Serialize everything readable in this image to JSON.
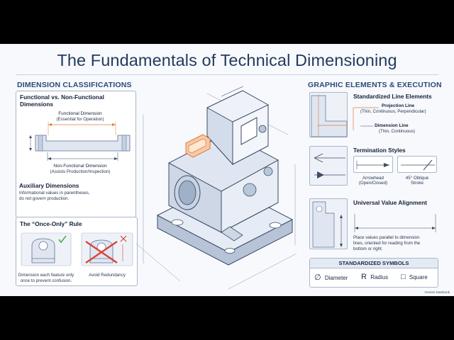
{
  "title": "The Fundamentals of Technical Dimensioning",
  "left_section": {
    "heading": "DIMENSION CLASSIFICATIONS",
    "functional": {
      "title_line1": "Functional vs. Non-Functional",
      "title_line2": "Dimensions",
      "functional_label": "Functional Dimension",
      "functional_note": "(Essential for Operation)",
      "nonfunctional_label": "Non-Functional Dimension",
      "nonfunctional_note": "(Assists Production/Inspection)"
    },
    "auxiliary": {
      "title": "Auxiliary Dimensions",
      "line1": "Informational values in parentheses,",
      "line2": "do not govern production."
    },
    "once_only": {
      "title": "The “Once-Only” Rule",
      "left_caption_line1": "Dimension each feature only",
      "left_caption_line2": "once to prevent confusion.",
      "right_caption": "Avoid Redundancy"
    }
  },
  "right_section": {
    "heading": "GRAPHIC ELEMENTS & EXECUTION",
    "line_elements": {
      "title": "Standardized Line Elements",
      "projection_label": "Projection Line",
      "projection_note": "(Thin, Continuous, Perpendicular)",
      "dimension_label": "Dimension Line",
      "dimension_note": "(Thin, Continuous)"
    },
    "termination": {
      "title": "Termination Styles",
      "arrow_line1": "Arrowhead",
      "arrow_line2": "(Open/Closed)",
      "oblique_line1": "45° Oblique",
      "oblique_line2": "Stroke"
    },
    "alignment": {
      "title": "Universal Value Alignment",
      "line1": "Place values parallel to dimension",
      "line2": "lines, oriented for reading from the",
      "line3": "bottom or right."
    },
    "symbols": {
      "title": "STANDARDIZED SYMBOLS",
      "items": [
        {
          "glyph": "∅",
          "label": "Diameter"
        },
        {
          "glyph": "R",
          "label": "Radius"
        },
        {
          "glyph": "□",
          "label": "Square"
        }
      ]
    }
  },
  "credit": "Gemini Notebook",
  "colors": {
    "ink": "#1d2a44",
    "heading": "#2a4a78",
    "accent_orange": "#e07a3a",
    "accent_red": "#d9443a",
    "check_green": "#4caf50",
    "part_fill": "#dfe6f1",
    "part_shadow": "#b7c4d8"
  }
}
